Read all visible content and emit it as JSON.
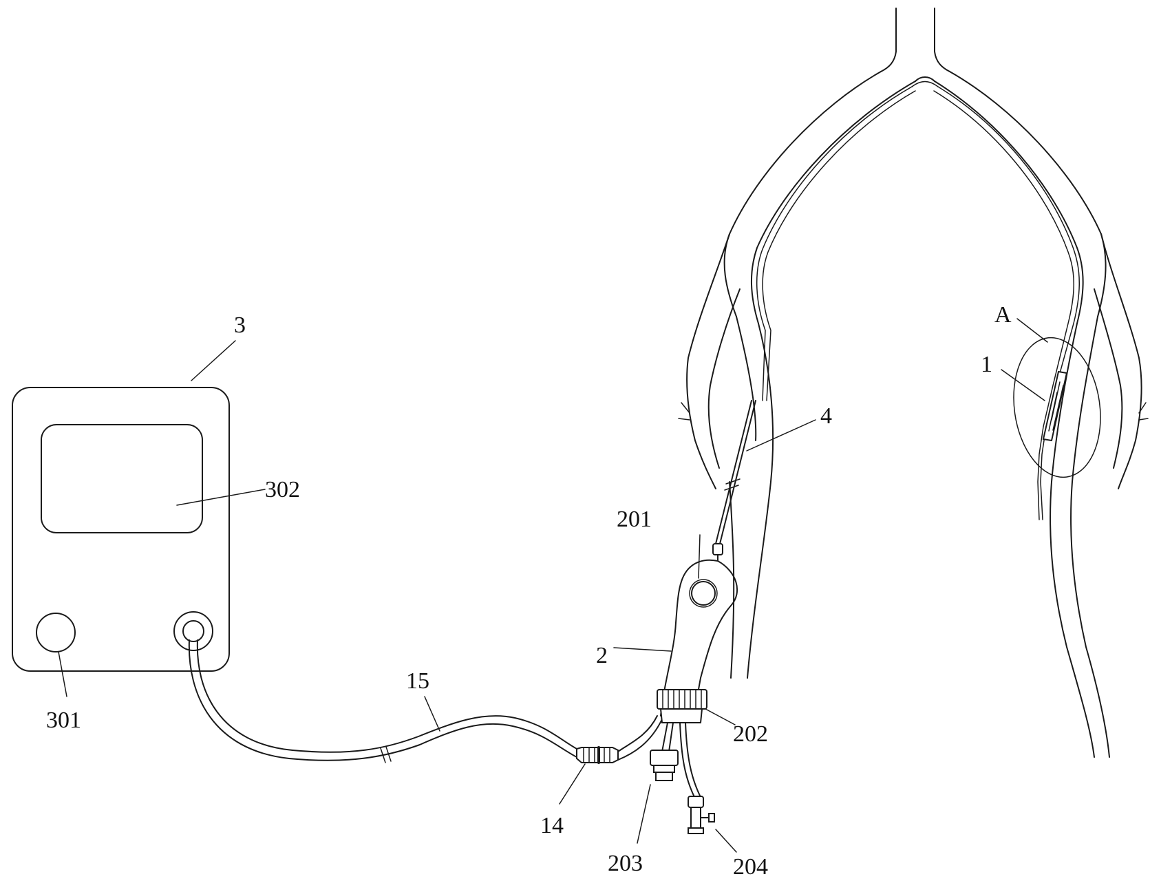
{
  "labels": {
    "ref_3": "3",
    "ref_302": "302",
    "ref_301": "301",
    "ref_15": "15",
    "ref_14": "14",
    "ref_2": "2",
    "ref_201": "201",
    "ref_202": "202",
    "ref_203": "203",
    "ref_204": "204",
    "ref_4": "4",
    "ref_A": "A",
    "ref_1": "1"
  },
  "colors": {
    "line": "#1a1a1a",
    "background": "#ffffff"
  }
}
